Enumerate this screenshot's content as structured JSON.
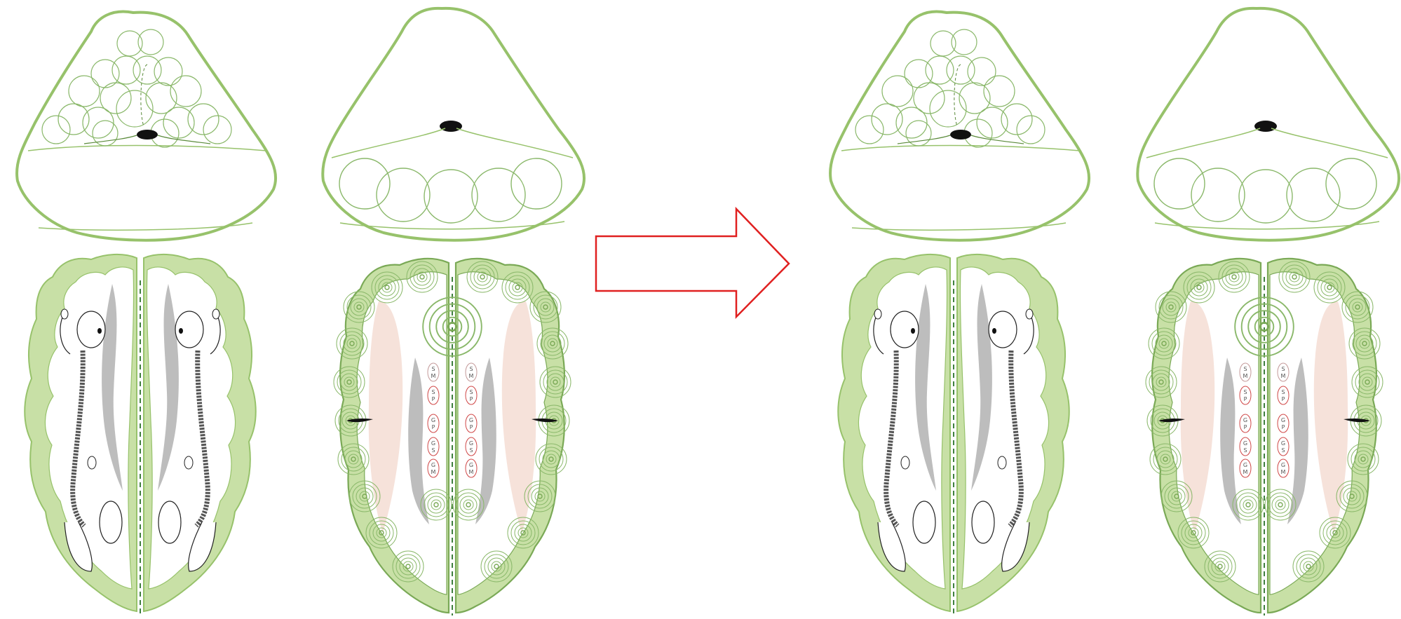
{
  "colors": {
    "outline": "#97c26b",
    "cortex_fill": "#c8e0a6",
    "dark_ring": "#7aa956",
    "thin_ring": "#8ab86a",
    "ventricle": "#bdbdbd",
    "pink_field": "#f6e2da",
    "arrow": "#e02020",
    "black_mark": "#111111"
  },
  "arrow_icon": "right-arrow-outline-icon",
  "nucleus_labels": [
    {
      "top": "S",
      "bottom": "M"
    },
    {
      "top": "S",
      "bottom": "P"
    },
    {
      "top": "G",
      "bottom": "P"
    },
    {
      "top": "G",
      "bottom": "S"
    },
    {
      "top": "G",
      "bottom": "M"
    }
  ],
  "panels": [
    {
      "id": "before",
      "description_icon": "brain-pair-icon"
    },
    {
      "id": "after",
      "description_icon": "brain-pair-icon"
    }
  ]
}
